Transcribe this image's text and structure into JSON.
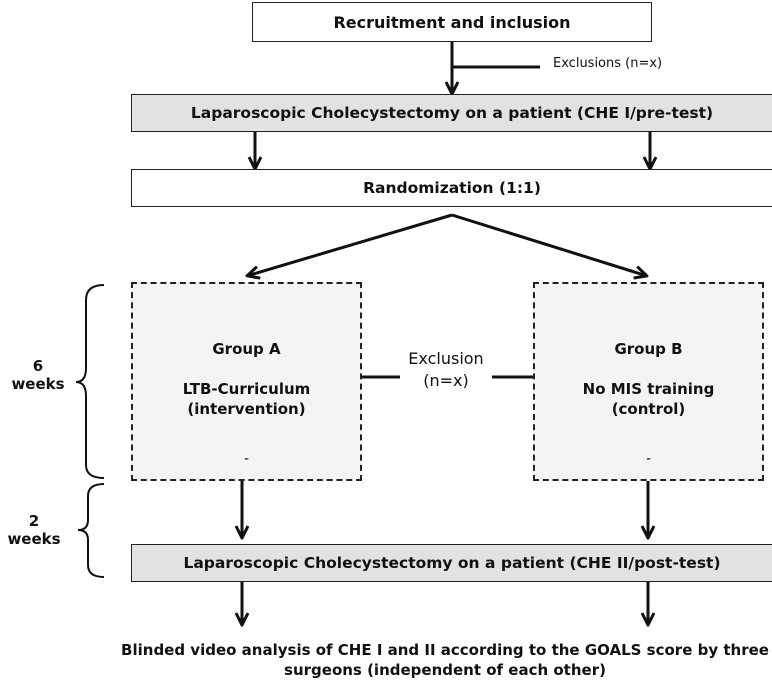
{
  "boxes": {
    "recruitment": "Recruitment and inclusion",
    "pretest": "Laparoscopic Cholecystectomy on a patient (CHE I/pre-test)",
    "randomization": "Randomization (1:1)",
    "posttest": "Laparoscopic Cholecystectomy on a patient (CHE II/post-test)"
  },
  "exclusions_top": "Exclusions (n=x)",
  "group_a": {
    "title": "Group A",
    "line1": "LTB-Curriculum",
    "line2": "(intervention)",
    "dash": "-"
  },
  "group_b": {
    "title": "Group B",
    "line1": "No MIS training",
    "line2": "(control)",
    "dash": "-"
  },
  "exclusion_mid": {
    "line1": "Exclusion",
    "line2": "(n=x)"
  },
  "durations": {
    "six_num": "6",
    "six_unit": "weeks",
    "two_num": "2",
    "two_unit": "weeks"
  },
  "final": {
    "line1": "Blinded video analysis of CHE I and II according to the GOALS score by three",
    "line2": "surgeons (independent of each other)"
  },
  "colors": {
    "shaded_fill": "#e2e2e2",
    "dashed_fill": "#f4f4f4",
    "stroke": "#222222"
  }
}
